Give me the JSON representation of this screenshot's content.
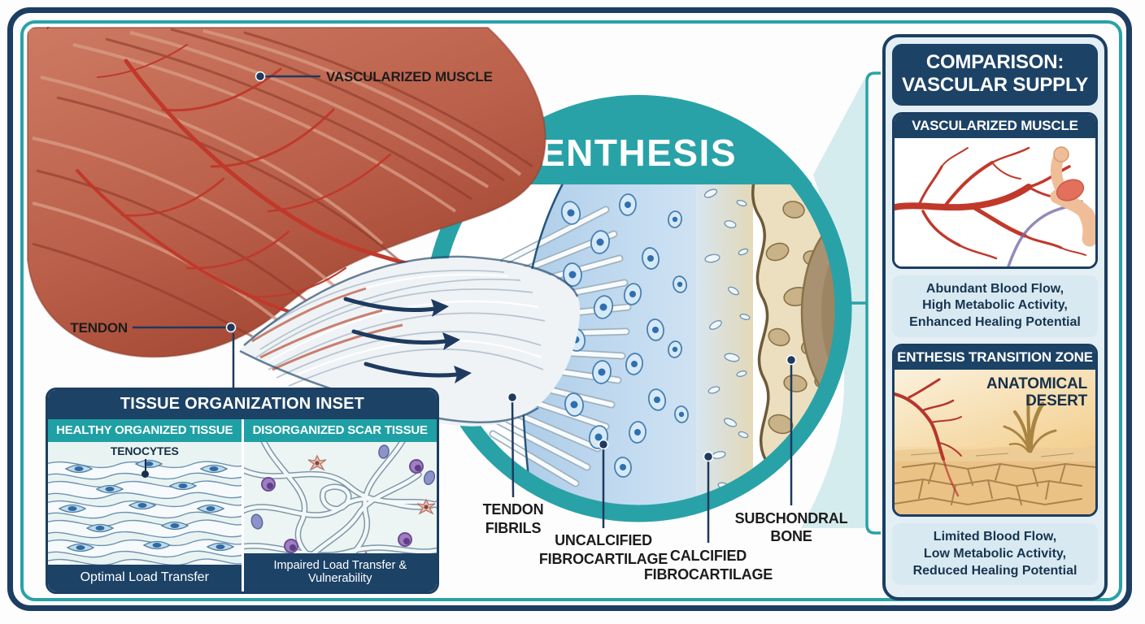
{
  "palette": {
    "navy": "#1C3E62",
    "header_navy": "#1C4266",
    "teal": "#29A2A7",
    "light_teal": "#D5ECEE",
    "panel_bg": "#E3EFF4",
    "caption_bg": "#D9E9F2",
    "inset_bg": "#E9F4F2",
    "muscle_red": "#BE6450",
    "vessel_red": "#C0392B",
    "bone_tan": "#EBDFC0"
  },
  "annotations": {
    "vascularized_muscle": "VASCULARIZED MUSCLE",
    "tendon": "TENDON",
    "enthesis_title": "ENTHESIS",
    "tendon_fibrils": [
      "TENDON",
      "FIBRILS"
    ],
    "uncalcified": [
      "UNCALCIFIED",
      "FIBROCARTILAGE"
    ],
    "calcified": [
      "CALCIFIED",
      "FIBROCARTILAGE"
    ],
    "subchondral": [
      "SUBCHONDRAL",
      "BONE"
    ]
  },
  "inset": {
    "title": "TISSUE ORGANIZATION INSET",
    "left": {
      "header": "HEALTHY ORGANIZED TISSUE",
      "annotation": "TENOCYTES",
      "footer": "Optimal Load Transfer"
    },
    "right": {
      "header": "DISORGANIZED SCAR TISSUE",
      "footer": "Impaired Load Transfer & Vulnerability"
    }
  },
  "comparison": {
    "title": [
      "COMPARISON:",
      "VASCULAR SUPPLY"
    ],
    "muscle_card": {
      "header": "VASCULARIZED MUSCLE",
      "caption": [
        "Abundant Blood Flow,",
        "High Metabolic Activity,",
        "Enhanced Healing Potential"
      ]
    },
    "enthesis_card": {
      "header": "ENTHESIS TRANSITION ZONE",
      "overlay": [
        "ANATOMICAL",
        "DESERT"
      ],
      "caption": [
        "Limited Blood Flow,",
        "Low Metabolic Activity,",
        "Reduced Healing Potential"
      ]
    }
  }
}
